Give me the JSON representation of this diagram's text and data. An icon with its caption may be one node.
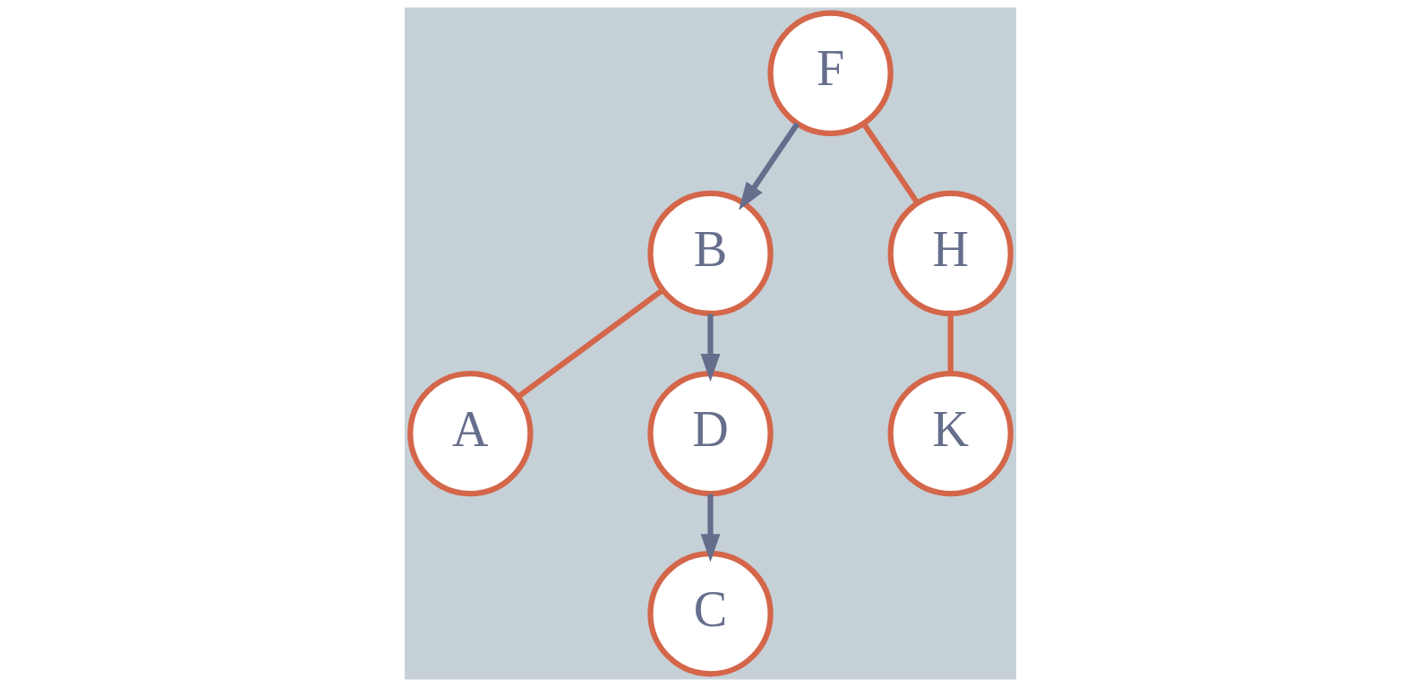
{
  "diagram": {
    "nodes": [
      {
        "text": [
          "F"
        ]
      },
      {
        "text": [
          "B"
        ]
      },
      {
        "text": [
          "H"
        ]
      },
      {
        "text": [
          "A"
        ]
      },
      {
        "text": [
          "D"
        ]
      },
      {
        "text": [
          "K"
        ]
      },
      {
        "text": [
          "C"
        ]
      }
    ],
    "edges": [
      {
        "from": 0,
        "to": 1,
        "arrow": "to",
        "color": "#666e8c"
      },
      {
        "from": 0,
        "to": 2,
        "arrow": "none",
        "color": "#d4664a"
      },
      {
        "from": 1,
        "to": 3,
        "arrow": "none",
        "color": "#d4664a"
      },
      {
        "from": 1,
        "to": 4,
        "arrow": "to",
        "color": "#666e8c"
      },
      {
        "from": 2,
        "to": 5,
        "arrow": "none",
        "color": "#d4664a"
      },
      {
        "from": 4,
        "to": 6,
        "arrow": "to",
        "color": "#666e8c"
      }
    ]
  }
}
